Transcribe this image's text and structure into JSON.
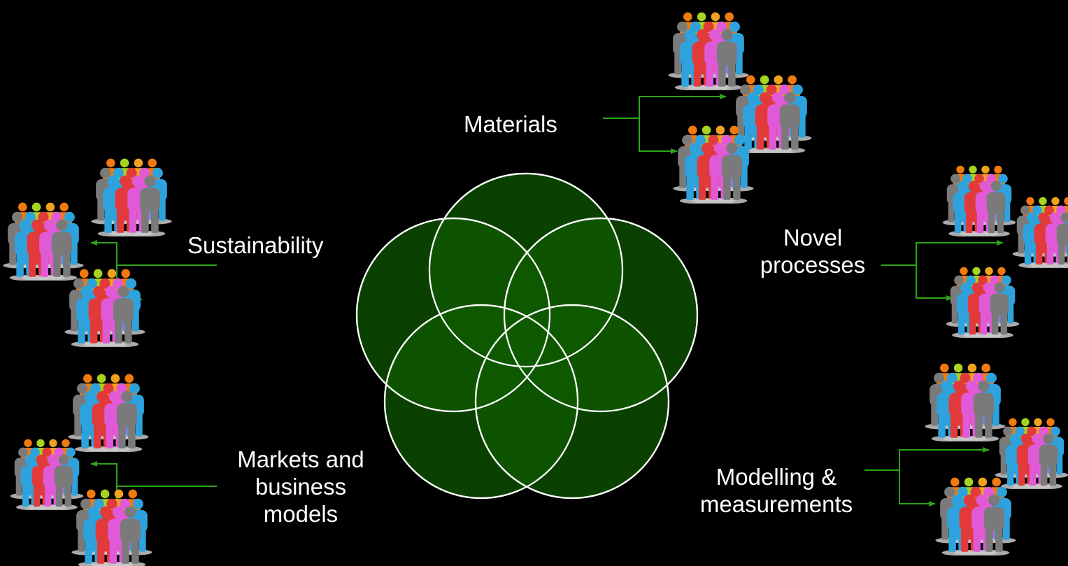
{
  "colors": {
    "background": "#000000",
    "circle_fill": "#0f5a00",
    "circle_stroke": "#ffffff",
    "connector": "#2ea31a"
  },
  "topics": [
    {
      "id": "materials",
      "lines": [
        "Materials"
      ]
    },
    {
      "id": "sustainability",
      "lines": [
        "Sustainability"
      ]
    },
    {
      "id": "novel-processes",
      "lines": [
        "Novel",
        "processes"
      ]
    },
    {
      "id": "markets",
      "lines": [
        "Markets and",
        "business",
        "models"
      ]
    },
    {
      "id": "modelling",
      "lines": [
        "Modelling &",
        "measurements"
      ]
    }
  ],
  "icons": {
    "group": "people-group-icon",
    "arrow": "arrowhead-icon"
  },
  "people_palette": [
    "#f07a10",
    "#a7d41e",
    "#f1a21f",
    "#2ea2dd",
    "#7a7a7a",
    "#e05ad8",
    "#e23a3a"
  ]
}
